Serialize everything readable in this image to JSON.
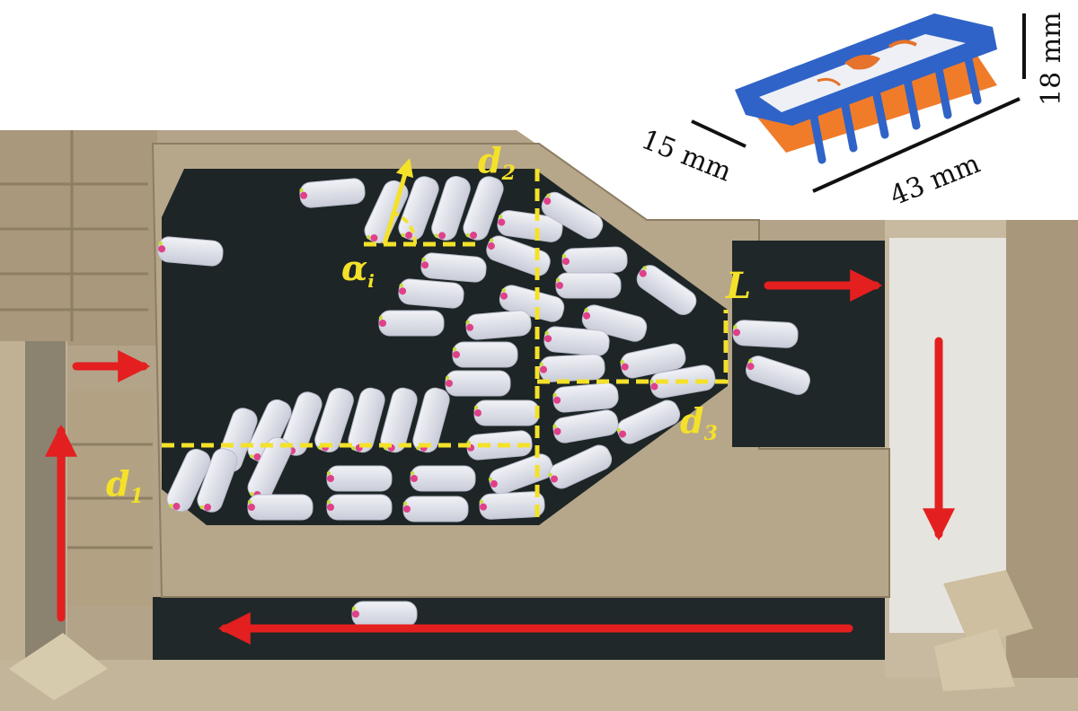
{
  "labels": {
    "alpha": "α",
    "alpha_sub": "i",
    "d1": "d",
    "d1_sub": "1",
    "d2": "d",
    "d2_sub": "2",
    "d3": "d",
    "d3_sub": "3",
    "L": "L"
  },
  "robot": {
    "width": "15 mm",
    "length": "43 mm",
    "height": "18 mm"
  },
  "colors": {
    "arrow": "#e41f1f",
    "dashed_line": "#f4e12a",
    "arena_floor": "#1d2526",
    "cardboard": "#b5a58c",
    "robot_body": "#dfe1ea",
    "robot_tip": "#e0408a"
  }
}
